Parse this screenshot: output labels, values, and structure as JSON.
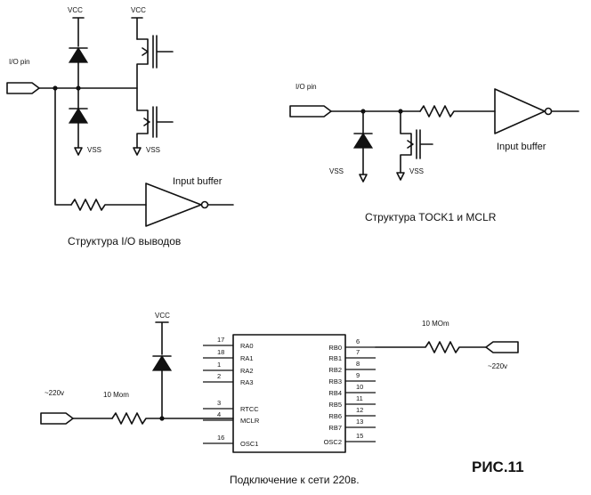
{
  "top_left": {
    "io_pin": "I/O pin",
    "vcc_1": "VCC",
    "vcc_2": "VCC",
    "vss_1": "VSS",
    "vss_2": "VSS",
    "buffer": "Input buffer",
    "caption": "Структура I/O выводов"
  },
  "top_right": {
    "io_pin": "I/O pin",
    "vss_1": "VSS",
    "vss_2": "VSS",
    "buffer": "Input buffer",
    "caption": "Структура TOCK1 и MCLR"
  },
  "bottom": {
    "vcc": "VCC",
    "input_voltage": "~220v",
    "resistor_left": "10 Mom",
    "resistor_right": "10 MOm",
    "output_voltage": "~220v",
    "caption": "Подключение к сети 220в.",
    "left_pins": [
      {
        "num": "17",
        "name": "RA0"
      },
      {
        "num": "18",
        "name": "RA1"
      },
      {
        "num": "1",
        "name": "RA2"
      },
      {
        "num": "2",
        "name": "RA3"
      },
      {
        "num": "3",
        "name": "RTCC"
      },
      {
        "num": "4",
        "name": "MCLR"
      },
      {
        "num": "16",
        "name": "OSC1"
      }
    ],
    "right_pins": [
      {
        "num": "6",
        "name": "RB0"
      },
      {
        "num": "7",
        "name": "RB1"
      },
      {
        "num": "8",
        "name": "RB2"
      },
      {
        "num": "9",
        "name": "RB3"
      },
      {
        "num": "10",
        "name": "RB4"
      },
      {
        "num": "11",
        "name": "RB5"
      },
      {
        "num": "12",
        "name": "RB6"
      },
      {
        "num": "13",
        "name": "RB7"
      },
      {
        "num": "15",
        "name": "OSC2"
      }
    ]
  },
  "figure_label": "РИС.11"
}
